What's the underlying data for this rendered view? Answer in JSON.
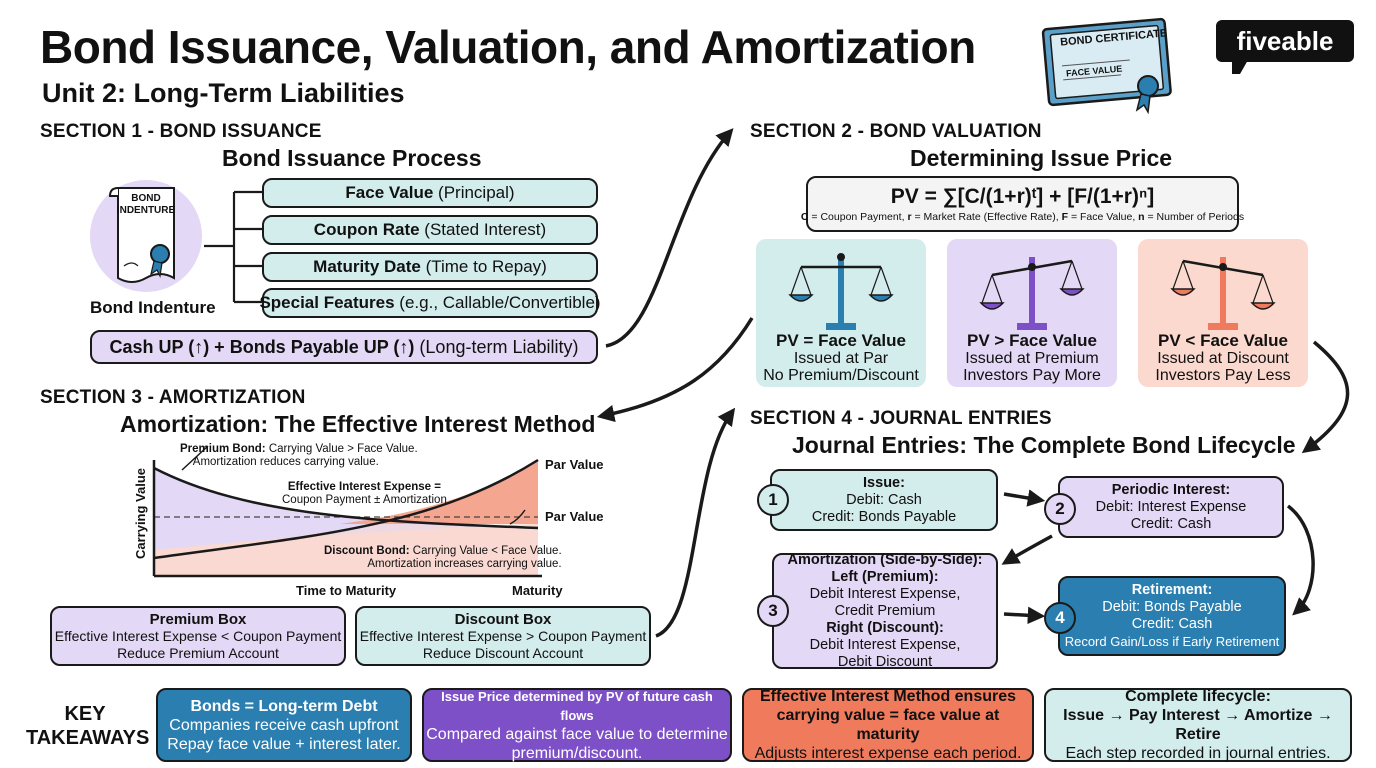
{
  "header": {
    "title": "Bond Issuance, Valuation, and Amortization",
    "subtitle": "Unit 2: Long-Term Liabilities",
    "certificate_title": "BOND CERTIFICATE",
    "certificate_face": "FACE VALUE",
    "brand": "fiveable"
  },
  "section1": {
    "heading": "SECTION 1 - BOND ISSUANCE",
    "subheading": "Bond Issuance Process",
    "indenture_doc_text": "BOND\nINDENTURE",
    "indenture_label": "Bond Indenture",
    "features": [
      {
        "bold": "Face Value",
        "rest": " (Principal)"
      },
      {
        "bold": "Coupon Rate",
        "rest": " (Stated Interest)"
      },
      {
        "bold": "Maturity Date",
        "rest": " (Time to Repay)"
      },
      {
        "bold": "Special Features",
        "rest": " (e.g., Callable/Convertible)"
      }
    ],
    "entry_bold": "Cash UP (↑) + Bonds Payable UP (↑)",
    "entry_rest": " (Long-term Liability)"
  },
  "section2": {
    "heading": "SECTION 2 - BOND VALUATION",
    "subheading": "Determining Issue Price",
    "formula": "PV = ∑[C/(1+r)ᵗ] + [F/(1+r)ⁿ]",
    "legend_c": "C",
    "legend_c_text": " = Coupon Payment, ",
    "legend_r": "r",
    "legend_r_text": " = Market Rate (Effective Rate), ",
    "legend_f": "F",
    "legend_f_text": " = Face Value, ",
    "legend_n": "n",
    "legend_n_text": " = Number of Periods",
    "cards": [
      {
        "title": "PV = Face Value",
        "line1": "Issued at Par",
        "line2": "No Premium/Discount",
        "accent": "#2a7fb0"
      },
      {
        "title": "PV > Face Value",
        "line1": "Issued at Premium",
        "line2": "Investors Pay More",
        "accent": "#7e50c8"
      },
      {
        "title": "PV < Face Value",
        "line1": "Issued at Discount",
        "line2": "Investors Pay Less",
        "accent": "#ef7a5e"
      }
    ]
  },
  "section3": {
    "heading": "SECTION 3 - AMORTIZATION",
    "subheading": "Amortization: The Effective Interest Method",
    "y_axis": "Carrying Value",
    "x_axis": "Time to Maturity",
    "x_end": "Maturity",
    "par_top": "Par Value",
    "par_mid": "Par Value",
    "premium_note_bold": "Premium Bond:",
    "premium_note_rest": " Carrying Value > Face Value.",
    "premium_note_line2": "Amortization reduces carrying value.",
    "eie_bold": "Effective Interest Expense =",
    "eie_line2": "Coupon Payment ± Amortization",
    "discount_note_bold": "Discount Bond:",
    "discount_note_rest": " Carrying Value < Face Value.",
    "discount_note_line2": "Amortization increases carrying value.",
    "premium_box": {
      "title": "Premium Box",
      "line1": "Effective Interest Expense < Coupon Payment",
      "line2": "Reduce Premium Account"
    },
    "discount_box": {
      "title": "Discount Box",
      "line1": "Effective Interest Expense > Coupon Payment",
      "line2": "Reduce Discount Account"
    }
  },
  "section4": {
    "heading": "SECTION 4 - JOURNAL ENTRIES",
    "subheading": "Journal Entries: The Complete Bond Lifecycle",
    "steps": [
      {
        "num": "1",
        "title": "Issue:",
        "lines": [
          "Debit: Cash",
          "Credit: Bonds Payable"
        ]
      },
      {
        "num": "2",
        "title": "Periodic Interest:",
        "lines": [
          "Debit: Interest Expense",
          "Credit: Cash"
        ]
      },
      {
        "num": "3",
        "title": "Amortization (Side-by-Side):",
        "left": "Left (Premium):",
        "left_lines": [
          "Debit Interest Expense,",
          "Credit Premium"
        ],
        "right": "Right (Discount):",
        "right_lines": [
          "Debit Interest Expense,",
          "Debit Discount"
        ]
      },
      {
        "num": "4",
        "title": "Retirement:",
        "lines": [
          "Debit: Bonds Payable",
          "Credit: Cash",
          "Record Gain/Loss if Early Retirement"
        ]
      }
    ]
  },
  "takeaways": {
    "label": "KEY TAKEAWAYS",
    "items": [
      {
        "title": "Bonds = Long-term Debt",
        "line1": "Companies receive cash upfront",
        "line2": "Repay face value + interest later."
      },
      {
        "title": "Issue Price determined by PV of future cash flows",
        "line1": "Compared against face value to determine",
        "line2": "premium/discount."
      },
      {
        "title": "Effective Interest Method ensures",
        "line1": "carrying value = face value at maturity",
        "line2": "Adjusts interest expense each period."
      },
      {
        "title": "Complete lifecycle:",
        "line1": "Issue → Pay Interest → Amortize → Retire",
        "line2": "Each step recorded in journal entries."
      }
    ]
  },
  "colors": {
    "teal": "#d3ecec",
    "lavender": "#e3d8f5",
    "peach": "#fbd9cf",
    "blue": "#2a7fb0",
    "purple": "#7e50c8",
    "coral": "#f07a5c"
  }
}
